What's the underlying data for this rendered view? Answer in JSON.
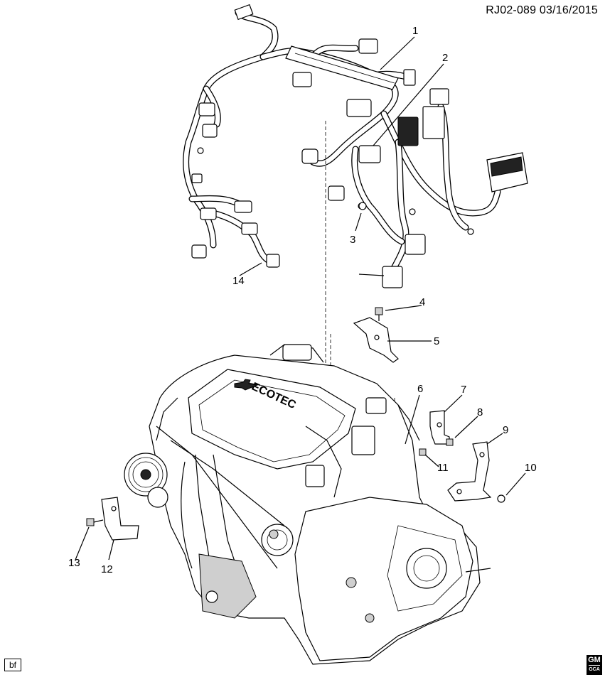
{
  "header": {
    "code": "RJ02-089",
    "date": "03/16/2015"
  },
  "engine_cover_text": "ECOTEC",
  "callouts": [
    {
      "num": "1"
    },
    {
      "num": "2"
    },
    {
      "num": "3"
    },
    {
      "num": "4"
    },
    {
      "num": "5"
    },
    {
      "num": "6"
    },
    {
      "num": "7"
    },
    {
      "num": "8"
    },
    {
      "num": "9"
    },
    {
      "num": "10"
    },
    {
      "num": "11"
    },
    {
      "num": "12"
    },
    {
      "num": "13"
    },
    {
      "num": "14"
    }
  ],
  "footer": {
    "tag": "bf"
  },
  "logo": {
    "top": "GM",
    "bottom": "GCA"
  }
}
